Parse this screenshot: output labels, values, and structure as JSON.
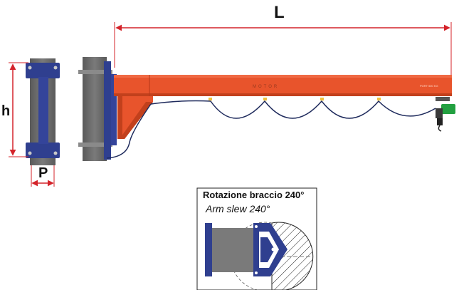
{
  "dimensions": {
    "length_label": "L",
    "height_label": "h",
    "depth_label": "P"
  },
  "rotation_box": {
    "title": "Rotazione braccio 240°",
    "subtitle": "Arm slew 240°"
  },
  "beam": {
    "brand_text": "MOTOR",
    "model_tag": "PORT 500 KG"
  },
  "colors": {
    "beam": "#e8542c",
    "beam_shadow": "#c2401c",
    "column": "#6b6b6b",
    "plate": "#2f3f8f",
    "dimension_line": "#d4232a",
    "hoist": "#22a040",
    "cable": "#1e2a5c"
  }
}
